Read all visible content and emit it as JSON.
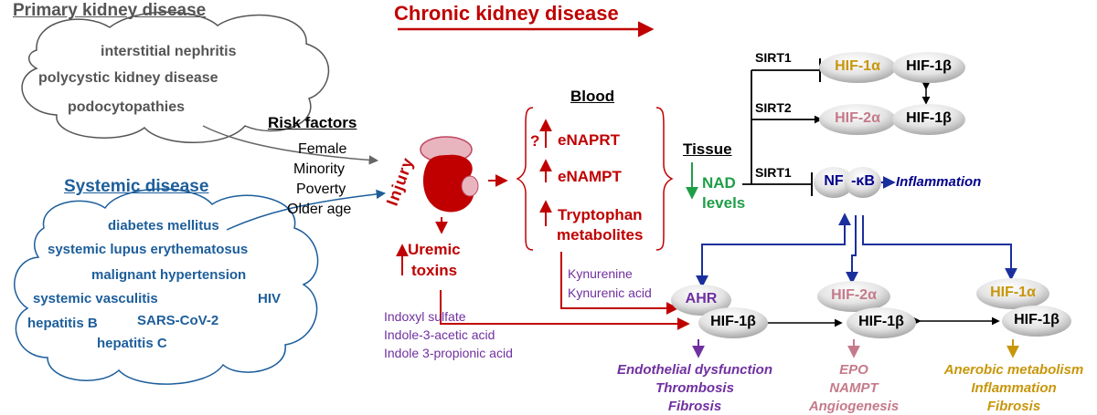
{
  "colors": {
    "red": "#c00000",
    "navy": "#00008b",
    "blue": "#1d5e9b",
    "gray": "#555555",
    "green": "#1f9e48",
    "purple": "#7030a0",
    "pink": "#c47a8a",
    "gold": "#c8960a"
  },
  "header": {
    "title": "Chronic kidney disease",
    "primary_title": "Primary kidney disease",
    "systemic_title": "Systemic disease"
  },
  "primary": {
    "items": [
      "interstitial nephritis",
      "polycystic kidney disease",
      "podocytopathies"
    ]
  },
  "systemic": {
    "items": [
      "diabetes mellitus",
      "systemic lupus erythematosus",
      "malignant hypertension",
      "systemic vasculitis",
      "HIV",
      "SARS-CoV-2",
      "hepatitis B",
      "hepatitis C"
    ]
  },
  "risk": {
    "title": "Risk factors",
    "items": [
      "Female",
      "Minority",
      "Poverty",
      "Older age"
    ]
  },
  "kidney": {
    "label": "Injury"
  },
  "uremic": {
    "line1": "Uremic",
    "line2": "toxins"
  },
  "toxins": {
    "items": [
      "Indoxyl sulfate",
      "Indole-3-acetic acid",
      "Indole 3-propionic acid"
    ]
  },
  "blood": {
    "title": "Blood",
    "question": "?",
    "enaprt": "eNAPRT",
    "enampt": "eNAMPT",
    "trp1": "Tryptophan",
    "trp2": "metabolites"
  },
  "kyn": {
    "line1": "Kynurenine",
    "line2": "Kynurenic acid"
  },
  "tissue": {
    "title": "Tissue",
    "nad1": "NAD",
    "nad2": "levels"
  },
  "sirt": {
    "s1a": "SIRT1",
    "s2": "SIRT2",
    "s1b": "SIRT1"
  },
  "nodes": {
    "hif1a_top": "HIF-1α",
    "hif1b_top": "HIF-1β",
    "hif2a_mid": "HIF-2α",
    "hif1b_mid": "HIF-1β",
    "nf": "NF",
    "kb": "-κB",
    "inflammation": "Inflammation",
    "ahr": "AHR",
    "hif1b_ahr": "HIF-1β",
    "hif2a_low": "HIF-2α",
    "hif1b_low": "HIF-1β",
    "hif1a_low": "HIF-1α",
    "hif1b_right": "HIF-1β"
  },
  "outcomes": {
    "purple": [
      "Endothelial dysfunction",
      "Thrombosis",
      "Fibrosis"
    ],
    "pink": [
      "EPO",
      "NAMPT",
      "Angiogenesis"
    ],
    "gold": [
      "Anerobic metabolism",
      "Inflammation",
      "Fibrosis"
    ]
  }
}
